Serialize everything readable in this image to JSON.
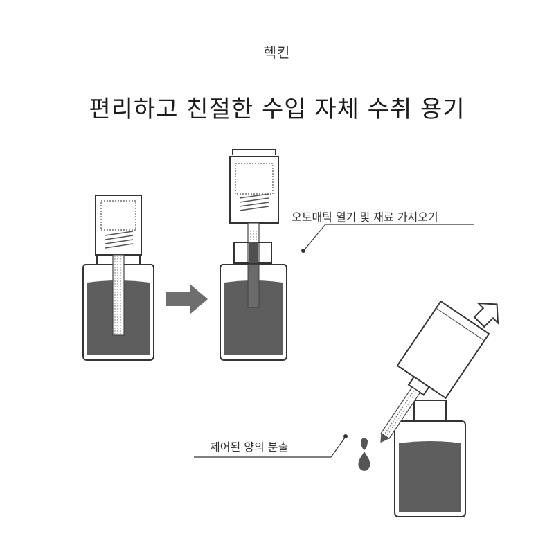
{
  "brand": "헥킨",
  "headline": "편리하고 친절한 수입 자체 수취 용기",
  "callouts": {
    "auto_open": "오토매틱 열기 및 재료 가져오기",
    "controlled_dispense": "제어된 양의 분출"
  },
  "colors": {
    "liquid": "#5e5e5e",
    "outline": "#333333",
    "arrow": "#6e6e6e",
    "background": "#ffffff"
  },
  "icons": {
    "step_arrow": "arrow-right-icon",
    "press_arrow": "press-arrow-icon"
  }
}
